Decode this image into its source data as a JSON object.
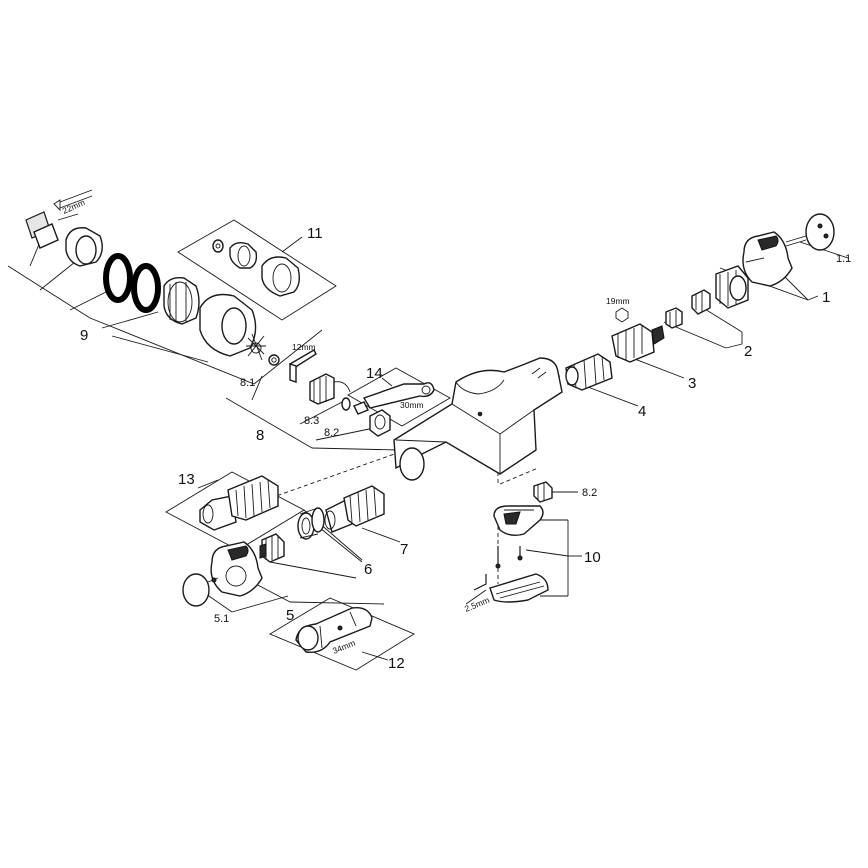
{
  "labels": {
    "p1": "1",
    "p1_1": "1.1",
    "p2": "2",
    "p3": "3",
    "p4": "4",
    "p5": "5",
    "p5_1": "5.1",
    "p6": "6",
    "p7": "7",
    "p8": "8",
    "p8_1": "8.1",
    "p8_2a": "8.2",
    "p8_2b": "8.2",
    "p8_3": "8.3",
    "p9": "9",
    "p10": "10",
    "p11": "11",
    "p12": "12",
    "p13": "13",
    "p14": "14"
  },
  "dimensions": {
    "d22": "22mm",
    "d12": "12mm",
    "d19": "19mm",
    "d30": "30mm",
    "d34": "34mm",
    "d25": "2.5mm"
  }
}
